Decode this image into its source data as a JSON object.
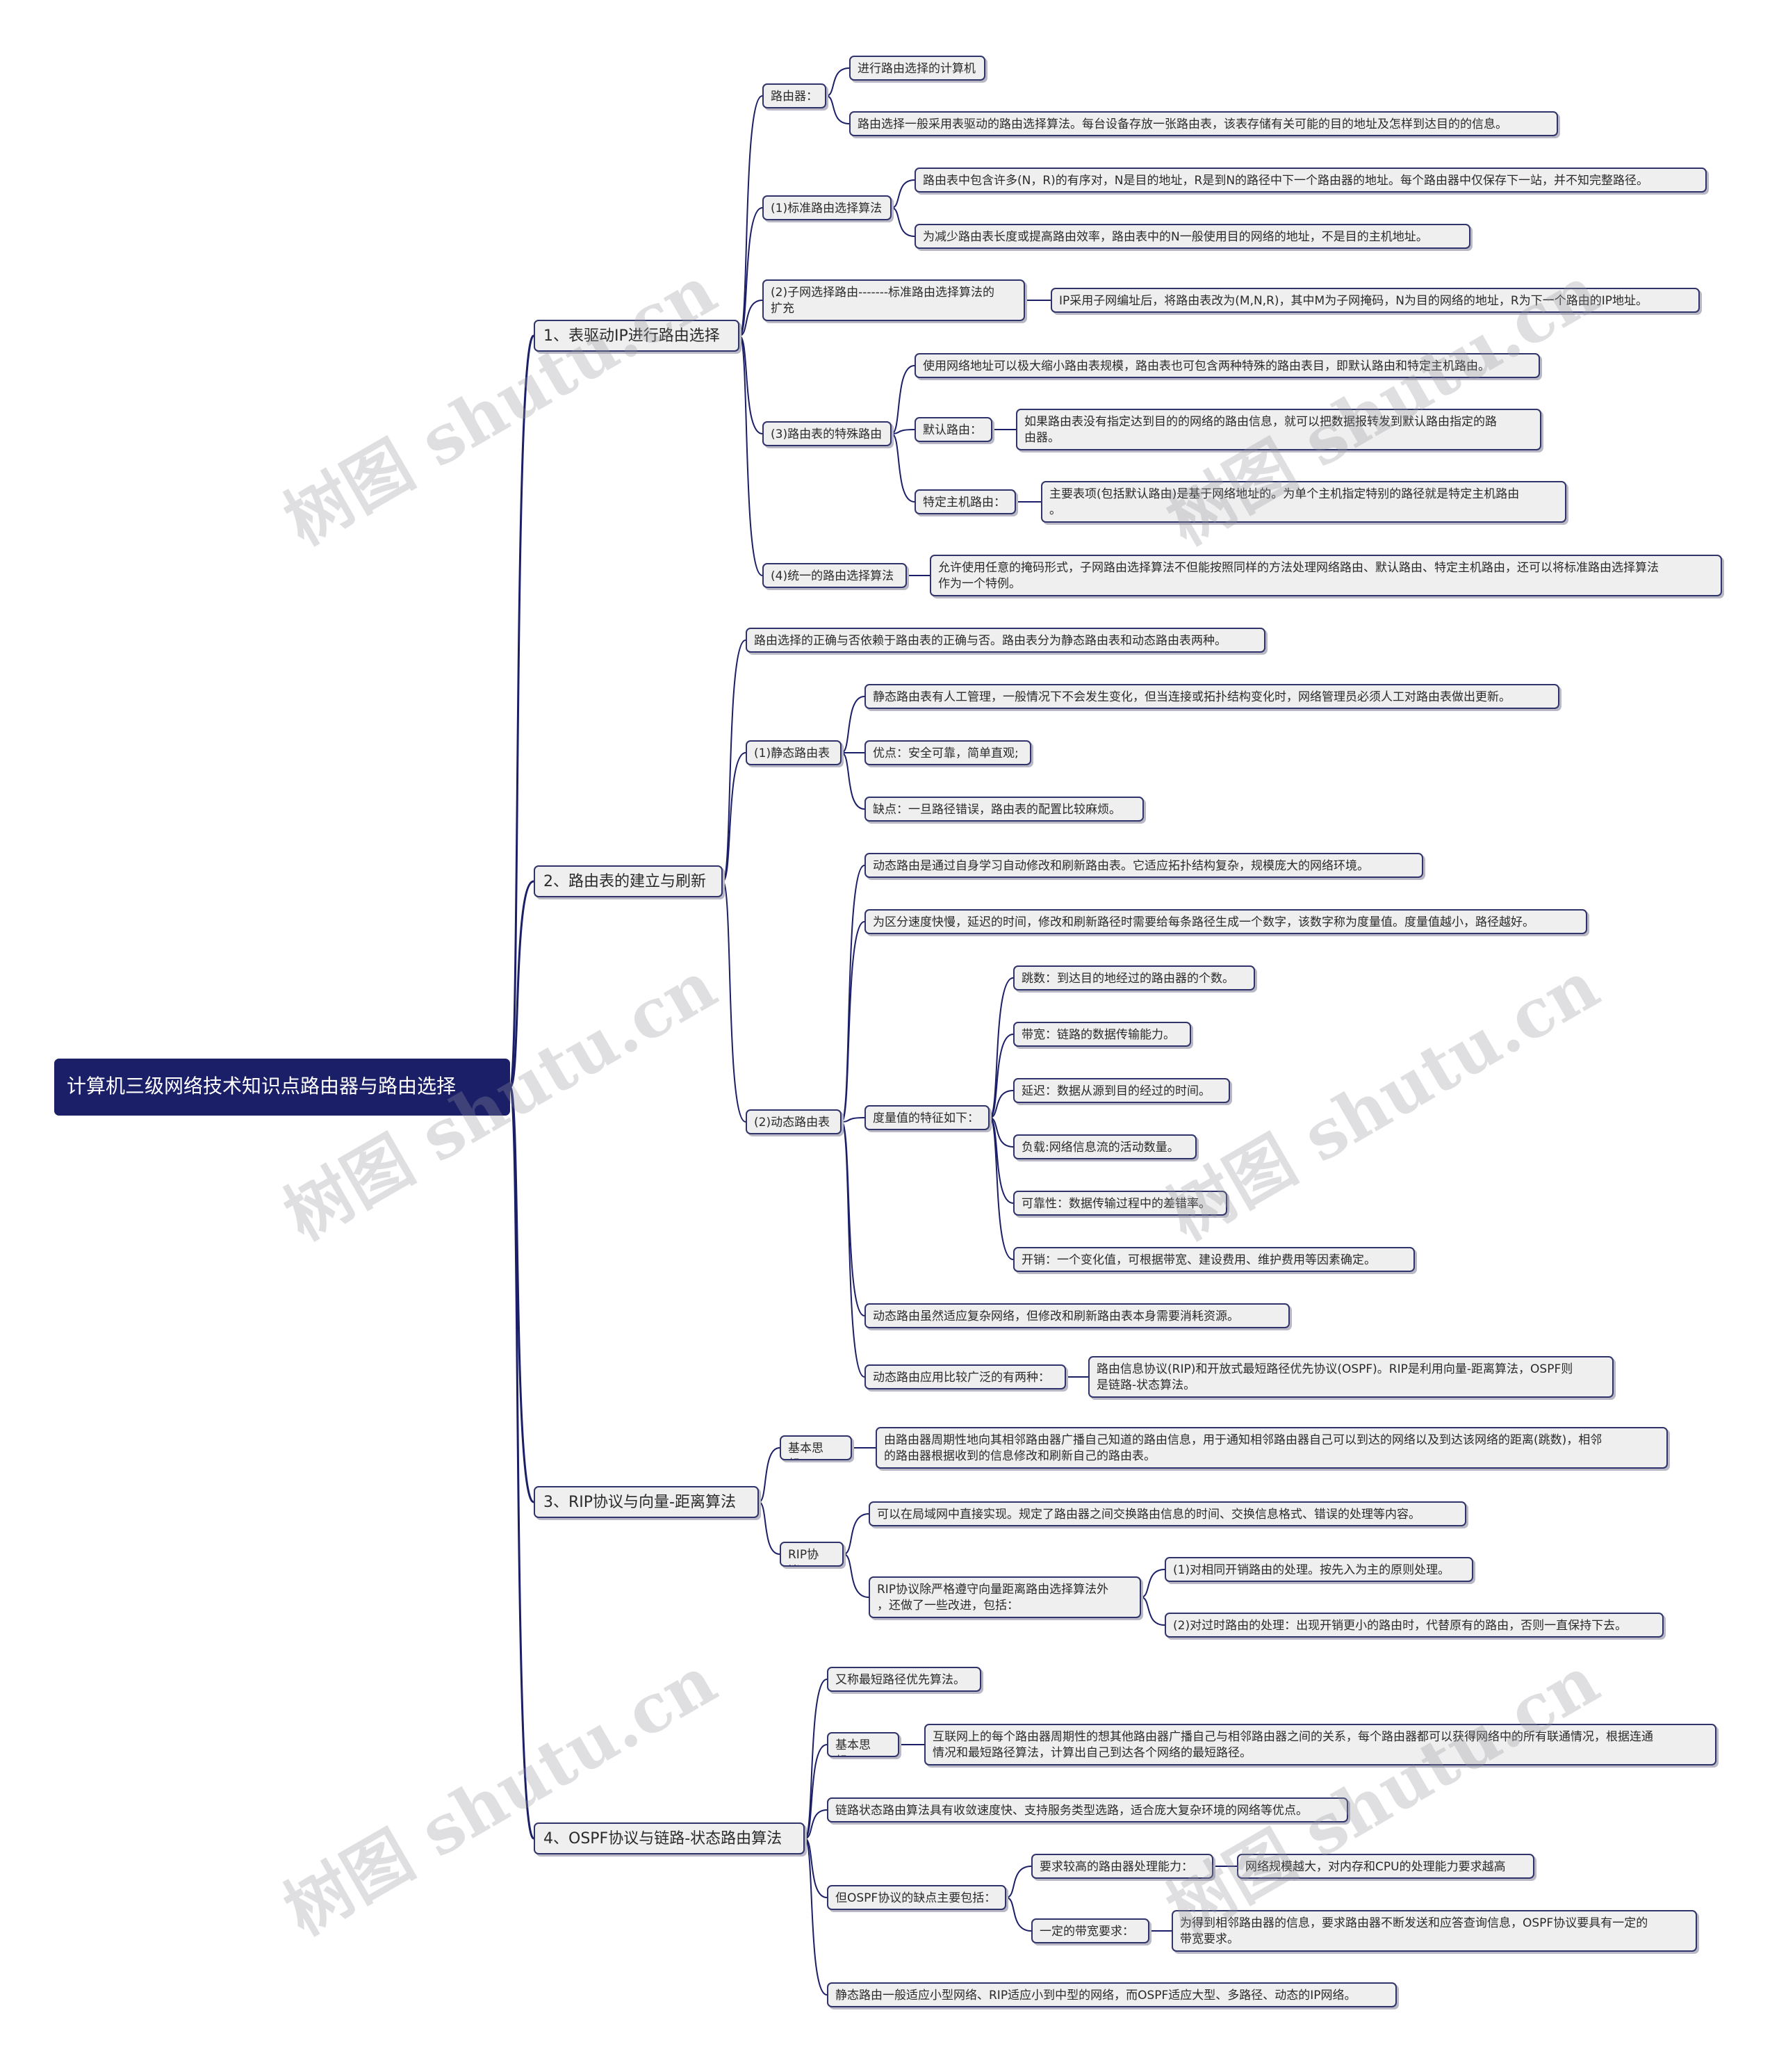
{
  "watermark": "树图 shutu.cn",
  "colors": {
    "line": "#1b1f67",
    "root_bg": "#1b1f67",
    "node_bg": "#efefef",
    "node_border": "#30346a"
  },
  "nodes": {
    "root": "计算机三级网络技术知识点路由器与路由选择",
    "b1": "1、表驱动IP进行路由选择",
    "b1_router": "路由器：",
    "b1_router_c1": "进行路由选择的计算机",
    "b1_router_c2": "路由选择一般采用表驱动的路由选择算法。每台设备存放一张路由表，该表存储有关可能的目的地址及怎样到达目的的信息。",
    "b1_std": "(1)标准路由选择算法",
    "b1_std_c1": "路由表中包含许多(N，R)的有序对，N是目的地址，R是到N的路径中下一个路由器的地址。每个路由器中仅保存下一站，并不知完整路径。",
    "b1_std_c2": "为减少路由表长度或提高路由效率，路由表中的N一般使用目的网络的地址，不是目的主机地址。",
    "b1_subnet": "(2)子网选择路由-------标准路由选择算法的\n扩充",
    "b1_subnet_c1": "IP采用子网编址后，将路由表改为(M,N,R)，其中M为子网掩码，N为目的网络的地址，R为下一个路由的IP地址。",
    "b1_special": "(3)路由表的特殊路由",
    "b1_special_c1": "使用网络地址可以极大缩小路由表规模，路由表也可包含两种特殊的路由表目，即默认路由和特定主机路由。",
    "b1_special_default": "默认路由：",
    "b1_special_default_c": "如果路由表没有指定达到目的的网络的路由信息，就可以把数据报转发到默认路由指定的路\n由器。",
    "b1_special_host": "特定主机路由：",
    "b1_special_host_c": "主要表项(包括默认路由)是基于网络地址的。为单个主机指定特别的路径就是特定主机路由\n。",
    "b1_unified": "(4)统一的路由选择算法",
    "b1_unified_c": "允许使用任意的掩码形式，子网路由选择算法不但能按照同样的方法处理网络路由、默认路由、特定主机路由，还可以将标准路由选择算法\n作为一个特例。",
    "b2": "2、路由表的建立与刷新",
    "b2_intro": "路由选择的正确与否依赖于路由表的正确与否。路由表分为静态路由表和动态路由表两种。",
    "b2_static": "(1)静态路由表",
    "b2_static_c1": "静态路由表有人工管理，一般情况下不会发生变化，但当连接或拓扑结构变化时，网络管理员必须人工对路由表做出更新。",
    "b2_static_c2": "优点：安全可靠，简单直观;",
    "b2_static_c3": "缺点：一旦路径错误，路由表的配置比较麻烦。",
    "b2_dynamic": "(2)动态路由表",
    "b2_dyn_c1": "动态路由是通过自身学习自动修改和刷新路由表。它适应拓扑结构复杂，规模庞大的网络环境。",
    "b2_dyn_c2": "为区分速度快慢，延迟的时间，修改和刷新路径时需要给每条路径生成一个数字，该数字称为度量值。度量值越小，路径越好。",
    "b2_metric": "度量值的特征如下：",
    "b2_metric_c1": "跳数：到达目的地经过的路由器的个数。",
    "b2_metric_c2": "带宽：链路的数据传输能力。",
    "b2_metric_c3": "延迟：数据从源到目的经过的时间。",
    "b2_metric_c4": "负载:网络信息流的活动数量。",
    "b2_metric_c5": "可靠性：数据传输过程中的差错率。",
    "b2_metric_c6": "开销：一个变化值，可根据带宽、建设费用、维护费用等因素确定。",
    "b2_dyn_c3": "动态路由虽然适应复杂网络，但修改和刷新路由表本身需要消耗资源。",
    "b2_dyn_common": "动态路由应用比较广泛的有两种：",
    "b2_dyn_common_c": "路由信息协议(RIP)和开放式最短路径优先协议(OSPF)。RIP是利用向量-距离算法，OSPF则\n是链路-状态算法。",
    "b3": "3、RIP协议与向量-距离算法",
    "b3_basic": "基本思想：",
    "b3_basic_c": "由路由器周期性地向其相邻路由器广播自己知道的路由信息，用于通知相邻路由器自己可以到达的网络以及到达该网络的距离(跳数)，相邻\n的路由器根据收到的信息修改和刷新自己的路由表。",
    "b3_rip": "RIP协议：",
    "b3_rip_c1": "可以在局域网中直接实现。规定了路由器之间交换路由信息的时间、交换信息格式、错误的处理等内容。",
    "b3_rip_c2": "RIP协议除严格遵守向量距离路由选择算法外\n，还做了一些改进，包括：",
    "b3_rip_c2_a": "(1)对相同开销路由的处理。按先入为主的原则处理。",
    "b3_rip_c2_b": "(2)对过时路由的处理：出现开销更小的路由时，代替原有的路由，否则一直保持下去。",
    "b4": "4、OSPF协议与链路-状态路由算法",
    "b4_c1": "又称最短路径优先算法。",
    "b4_basic": "基本思想：",
    "b4_basic_c": "互联网上的每个路由器周期性的想其他路由器广播自己与相邻路由器之间的关系，每个路由器都可以获得网络中的所有联通情况，根据连通\n情况和最短路径算法，计算出自己到达各个网络的最短路径。",
    "b4_c2": "链路状态路由算法具有收敛速度快、支持服务类型选路，适合庞大复杂环境的网络等优点。",
    "b4_cons": "但OSPF协议的缺点主要包括：",
    "b4_cons_a": "要求较高的路由器处理能力：",
    "b4_cons_a_c": "网络规模越大，对内存和CPU的处理能力要求越高",
    "b4_cons_b": "一定的带宽要求：",
    "b4_cons_b_c": "为得到相邻路由器的信息，要求路由器不断发送和应答查询信息，OSPF协议要具有一定的\n带宽要求。",
    "b4_c3": "静态路由一般适应小型网络、RIP适应小到中型的网络，而OSPF适应大型、多路径、动态的IP网络。"
  }
}
